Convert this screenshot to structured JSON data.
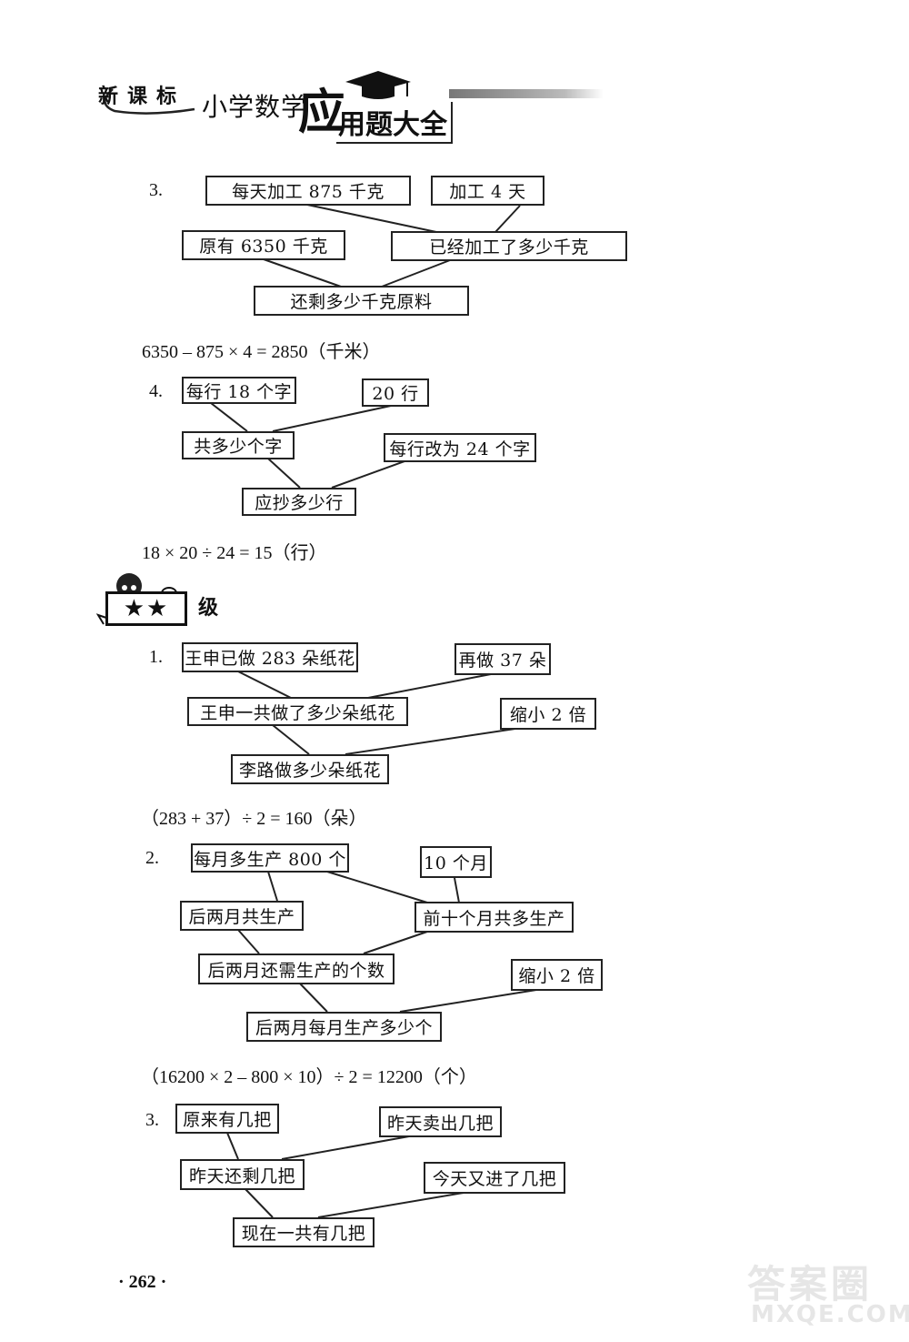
{
  "header": {
    "series": "新课标",
    "subtitle": "小学数学",
    "big_char": "应",
    "title_rest": "用题大全"
  },
  "problems_a": [
    {
      "number": "3.",
      "boxes": [
        "每天加工 875 千克",
        "加工 4 天",
        "原有 6350 千克",
        "已经加工了多少千克",
        "还剩多少千克原料"
      ],
      "equation": "6350 – 875 × 4 = 2850（千米）"
    },
    {
      "number": "4.",
      "boxes": [
        "每行 18 个字",
        "20 行",
        "共多少个字",
        "每行改为 24 个字",
        "应抄多少行"
      ],
      "equation": "18 × 20 ÷ 24 = 15（行）"
    }
  ],
  "level": {
    "stars": "★★",
    "label": "级"
  },
  "problems_b": [
    {
      "number": "1.",
      "boxes": [
        "王申已做 283 朵纸花",
        "再做 37 朵",
        "王申一共做了多少朵纸花",
        "缩小 2 倍",
        "李路做多少朵纸花"
      ],
      "equation": "（283 + 37）÷ 2 = 160（朵）"
    },
    {
      "number": "2.",
      "boxes": [
        "每月多生产 800 个",
        "10 个月",
        "后两月共生产",
        "前十个月共多生产",
        "后两月还需生产的个数",
        "缩小 2 倍",
        "后两月每月生产多少个"
      ],
      "equation": "（16200 × 2 – 800 × 10）÷ 2 = 12200（个）"
    },
    {
      "number": "3.",
      "boxes": [
        "原来有几把",
        "昨天卖出几把",
        "昨天还剩几把",
        "今天又进了几把",
        "现在一共有几把"
      ]
    }
  ],
  "page_number": "· 262 ·",
  "watermark": {
    "line1": "答案圈",
    "line2": "MXQE.COM"
  }
}
